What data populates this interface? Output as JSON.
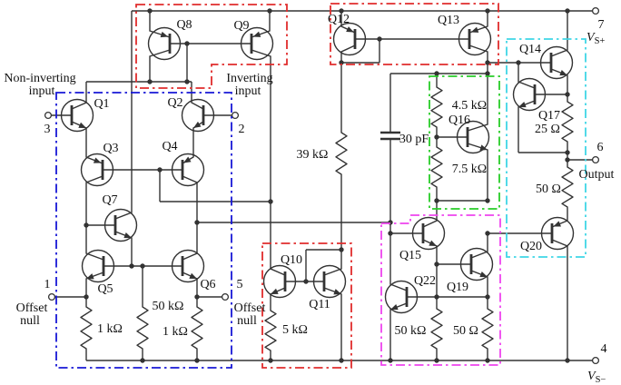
{
  "transistors": {
    "q1": "Q1",
    "q2": "Q2",
    "q3": "Q3",
    "q4": "Q4",
    "q5": "Q5",
    "q6": "Q6",
    "q7": "Q7",
    "q8": "Q8",
    "q9": "Q9",
    "q10": "Q10",
    "q11": "Q11",
    "q12": "Q12",
    "q13": "Q13",
    "q14": "Q14",
    "q15": "Q15",
    "q16": "Q16",
    "q17": "Q17",
    "q19": "Q19",
    "q20": "Q20",
    "q22": "Q22"
  },
  "resistors": {
    "r1k_left": "1 kΩ",
    "r50k_left": "50 kΩ",
    "r1k_right": "1 kΩ",
    "r5k": "5 kΩ",
    "r39k": "39 kΩ",
    "r4k5": "4.5 kΩ",
    "r7k5": "7.5 kΩ",
    "r50k_protect": "50 kΩ",
    "r50_protect": "50 Ω",
    "r25": "25 Ω",
    "r50_out": "50 Ω"
  },
  "capacitor": {
    "c1": "30 pF"
  },
  "pins": {
    "p1": "1",
    "p2": "2",
    "p3": "3",
    "p4": "4",
    "p5": "5",
    "p6": "6",
    "p7": "7"
  },
  "pin_labels": {
    "non_inverting_line1": "Non-inverting",
    "non_inverting_line2": "input",
    "inverting_line1": "Inverting",
    "inverting_line2": "input",
    "offset_null_left_line1": "Offset",
    "offset_null_left_line2": "null",
    "offset_null_right_line1": "Offset",
    "offset_null_right_line2": "null",
    "output": "Output",
    "vs_plus_main": "V",
    "vs_plus_sub": "S+",
    "vs_minus_main": "V",
    "vs_minus_sub": "S−"
  },
  "colors": {
    "wire": "#333333",
    "text": "#111111",
    "background": "#ffffff",
    "box_blue": "#1717d6",
    "box_red": "#e02c2c",
    "box_green": "#27cc27",
    "box_magenta": "#ee44ee",
    "box_cyan": "#3fd6e6"
  }
}
